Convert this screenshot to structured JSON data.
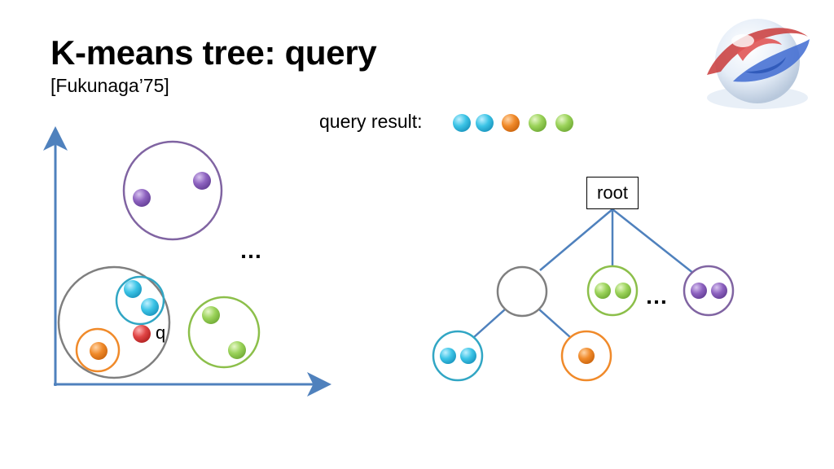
{
  "slide": {
    "title": "K-means tree: query",
    "subtitle": "[Fukunaga’75]",
    "query_result_label": "query result:",
    "query_point_label": "q",
    "left_ellipsis": "…",
    "tree_ellipsis": "…",
    "root_label": "root"
  },
  "colors": {
    "cyan": "#3cc4e6",
    "orange": "#f08a2a",
    "green": "#9bd35a",
    "purple": "#8e63c0",
    "red": "#e04545",
    "axis": "#4f81bd",
    "gray_circle": "#7f7f7f",
    "tree_edge": "#4f81bd"
  },
  "query_result_dots": [
    "cyan",
    "cyan",
    "orange",
    "green",
    "green"
  ],
  "logo": {
    "name": "spinning-globe-logo-icon"
  }
}
